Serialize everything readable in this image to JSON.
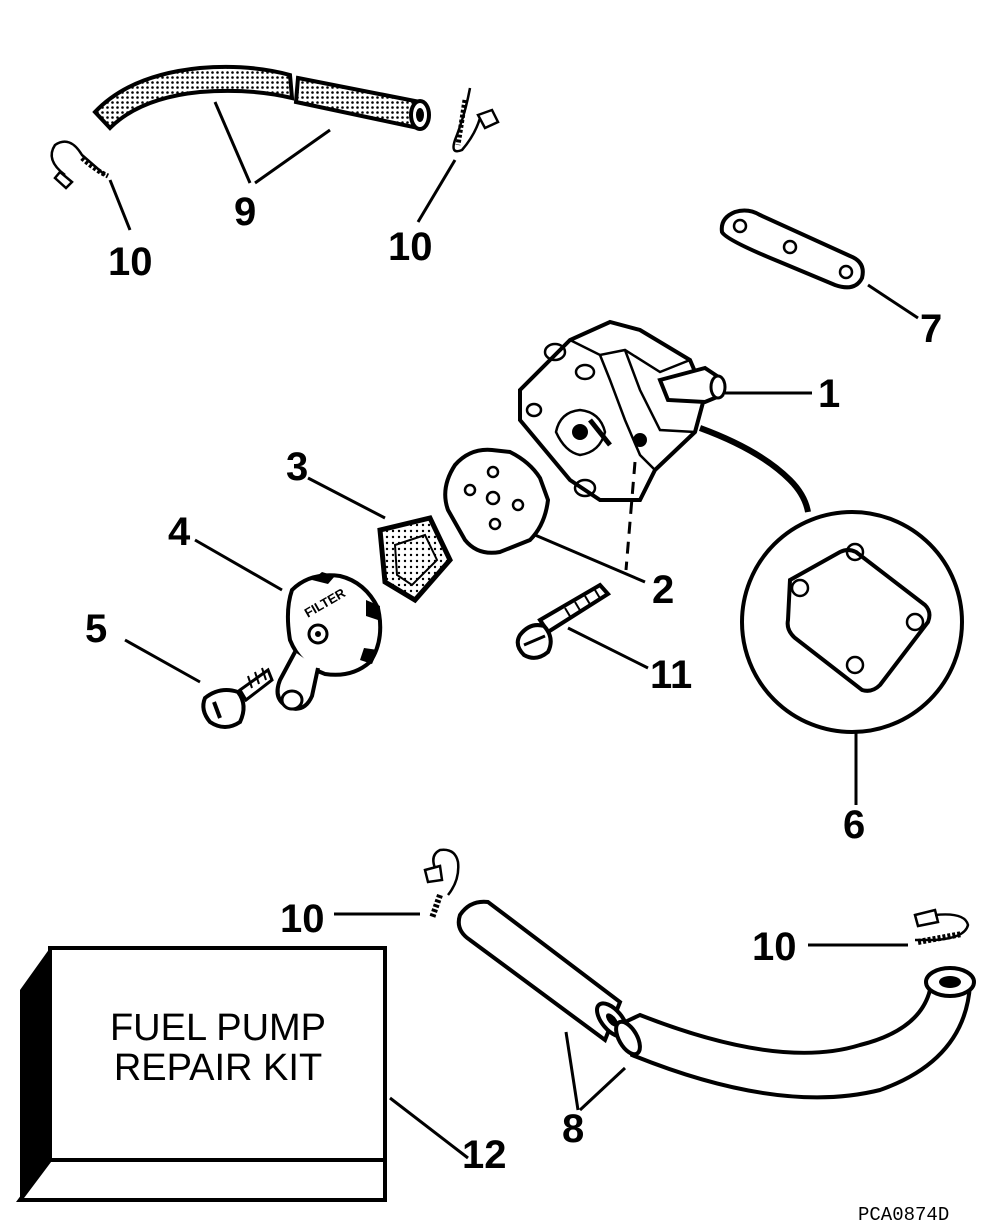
{
  "figure_code": "PCA0874D",
  "kit_label": {
    "line1": "FUEL PUMP",
    "line2": "REPAIR KIT"
  },
  "callouts": {
    "c1": "1",
    "c2": "2",
    "c3": "3",
    "c4": "4",
    "c5": "5",
    "c6": "6",
    "c7": "7",
    "c8": "8",
    "c9": "9",
    "c10a": "10",
    "c10b": "10",
    "c10c": "10",
    "c10d": "10",
    "c11": "11",
    "c12": "12"
  },
  "filter_text": "FILTER"
}
